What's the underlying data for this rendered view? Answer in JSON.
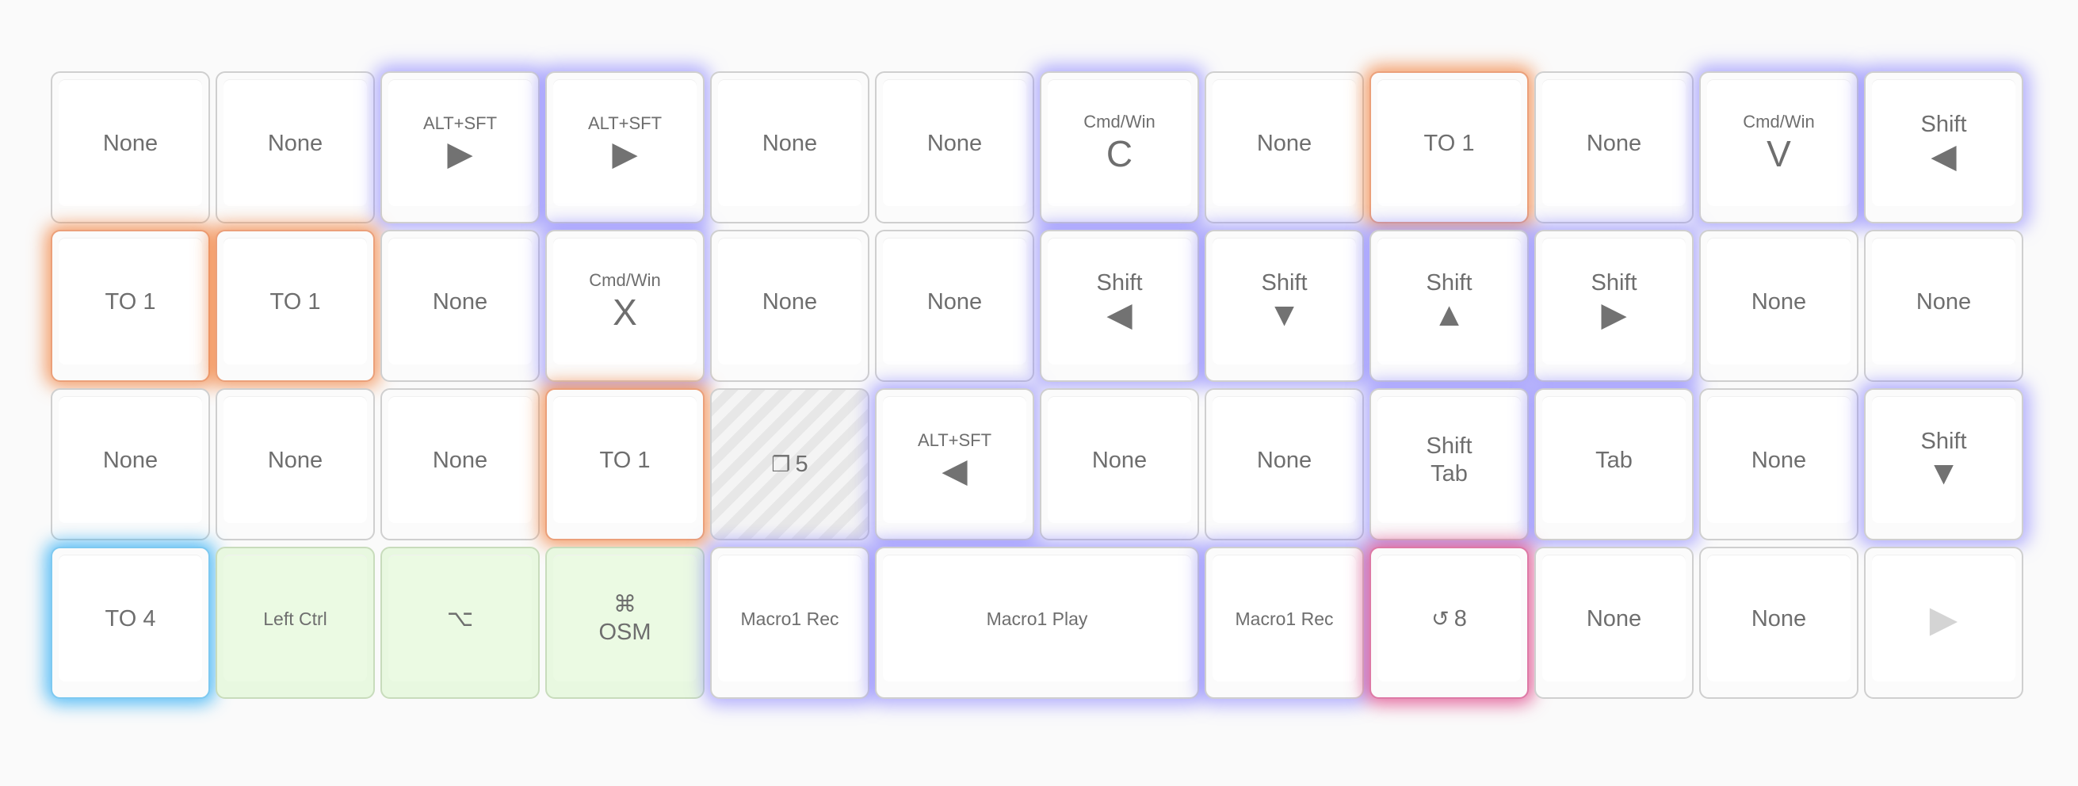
{
  "keys": {
    "r0c0": {
      "label": "None"
    },
    "r0c1": {
      "label": "None"
    },
    "r0c2": {
      "mod": "ALT+SFT",
      "glyph": "▶"
    },
    "r0c3": {
      "mod": "ALT+SFT",
      "glyph": "▶"
    },
    "r0c4": {
      "label": "None"
    },
    "r0c5": {
      "label": "None"
    },
    "r0c6": {
      "mod": "Cmd/Win",
      "big": "C"
    },
    "r0c7": {
      "label": "None"
    },
    "r0c8": {
      "label": "TO 1"
    },
    "r0c9": {
      "label": "None"
    },
    "r0c10": {
      "mod": "Cmd/Win",
      "big": "V"
    },
    "r0c11": {
      "mod": "Shift",
      "glyph": "◀"
    },
    "r1c0": {
      "label": "TO 1"
    },
    "r1c1": {
      "label": "TO 1"
    },
    "r1c2": {
      "label": "None"
    },
    "r1c3": {
      "mod": "Cmd/Win",
      "big": "X"
    },
    "r1c4": {
      "label": "None"
    },
    "r1c5": {
      "label": "None"
    },
    "r1c6": {
      "mod": "Shift",
      "glyph": "◀"
    },
    "r1c7": {
      "mod": "Shift",
      "glyph": "▼"
    },
    "r1c8": {
      "mod": "Shift",
      "glyph": "▲"
    },
    "r1c9": {
      "mod": "Shift",
      "glyph": "▶"
    },
    "r1c10": {
      "label": "None"
    },
    "r1c11": {
      "label": "None"
    },
    "r2c0": {
      "label": "None"
    },
    "r2c1": {
      "label": "None"
    },
    "r2c2": {
      "label": "None"
    },
    "r2c3": {
      "label": "TO 1"
    },
    "r2c4": {
      "icon": "❐",
      "text": "5"
    },
    "r2c5": {
      "mod": "ALT+SFT",
      "glyph": "◀"
    },
    "r2c6": {
      "label": "None"
    },
    "r2c7": {
      "label": "None"
    },
    "r2c8": {
      "line1": "Shift",
      "line2": "Tab"
    },
    "r2c9": {
      "label": "Tab"
    },
    "r2c10": {
      "label": "None"
    },
    "r2c11": {
      "mod": "Shift",
      "glyph": "▼"
    },
    "r3c0": {
      "label": "TO 4"
    },
    "r3c1": {
      "label": "Left Ctrl"
    },
    "r3c2": {
      "label": "⌥"
    },
    "r3c3": {
      "line1": "⌘",
      "line2": "OSM"
    },
    "r3c4": {
      "label": "Macro1 Rec"
    },
    "r3c5": {
      "label": "Macro1 Play"
    },
    "r3c6": {
      "label": "Macro1 Rec"
    },
    "r3c7": {
      "icon": "↺",
      "text": "8"
    },
    "r3c8": {
      "label": "None"
    },
    "r3c9": {
      "label": "None"
    },
    "r3c10": {
      "glyph": "▶"
    }
  },
  "colors": {
    "purple_glow": "#847dff",
    "orange_glow": "#f2803c",
    "cyan_glow": "#32aff5",
    "pink_glow": "#dc3c82",
    "green_key": "#e8f8e0"
  },
  "icons": {
    "r2c4": "copy-square-icon",
    "r3c7": "undo-arrow-icon"
  }
}
